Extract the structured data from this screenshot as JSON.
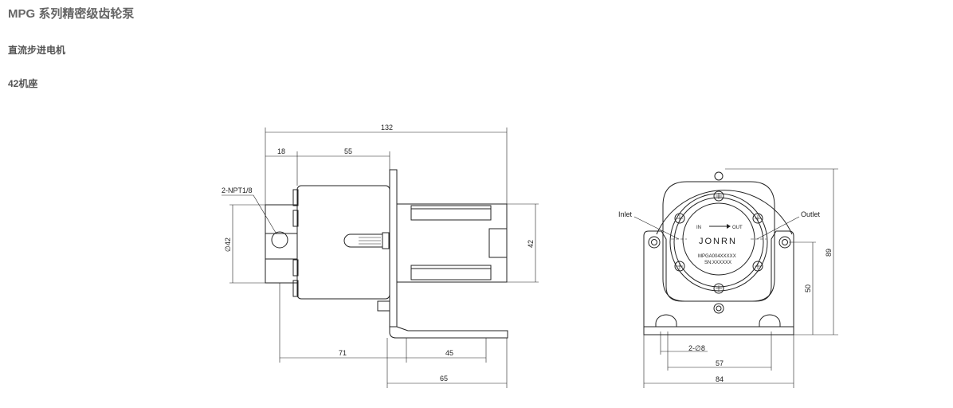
{
  "page": {
    "title": "MPG 系列精密级齿轮泵",
    "subtitle_motor": "直流步进电机",
    "subtitle_frame": "42机座"
  },
  "drawing": {
    "side_view": {
      "dim_total_length": "132",
      "dim_pump_head": "18",
      "dim_body": "55",
      "label_port": "2-NPT1/8",
      "dim_diameter": "∅42",
      "dim_height": "42",
      "dim_71": "71",
      "dim_45": "45",
      "dim_65": "65"
    },
    "front_view": {
      "label_inlet": "Inlet",
      "label_outlet": "Outlet",
      "flow_in": "IN",
      "flow_out": "OUT",
      "brand": "JONRN",
      "model": "MPGA004XXXXX",
      "serial": "SN:XXXXXX",
      "dim_89": "89",
      "dim_50": "50",
      "dim_hole": "2-∅8",
      "dim_57": "57",
      "dim_84": "84"
    }
  }
}
